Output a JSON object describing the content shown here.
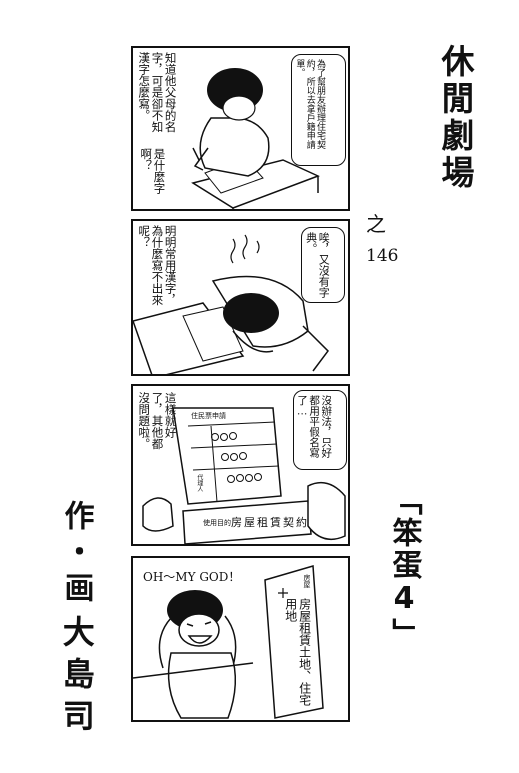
{
  "page": {
    "series_title": "休閒劇場",
    "episode_prefix": "之",
    "episode_number": "146",
    "story_title": "「笨蛋4」",
    "credit_role": "作・画",
    "credit_author": "大島司"
  },
  "panels": [
    {
      "left_text": "知道他父母的名字，可是卻不知漢字怎麼寫。",
      "bubble_text": "為了幫朋友辦理住宅契約，所以去拿戶籍申請單。",
      "bottom_text": "是什麼字啊？"
    },
    {
      "left_text": "明明常用漢字，為什麼寫不出來呢？",
      "bubble_text": "唉，又沒有字典。"
    },
    {
      "left_text": "這樣就好了，其他都沒問題啦。",
      "bubble_text": "沒辦法，只好都用平假名寫了…",
      "form_header": "住民票申請",
      "form_side": "代理人",
      "form_purpose_label": "使用目的",
      "form_purpose_value": "房屋租賃契約"
    },
    {
      "exclaim": "OH～MY GOD！",
      "sign_small": "房屋",
      "sign_text": "房屋租賃土地、住宅用地"
    }
  ]
}
